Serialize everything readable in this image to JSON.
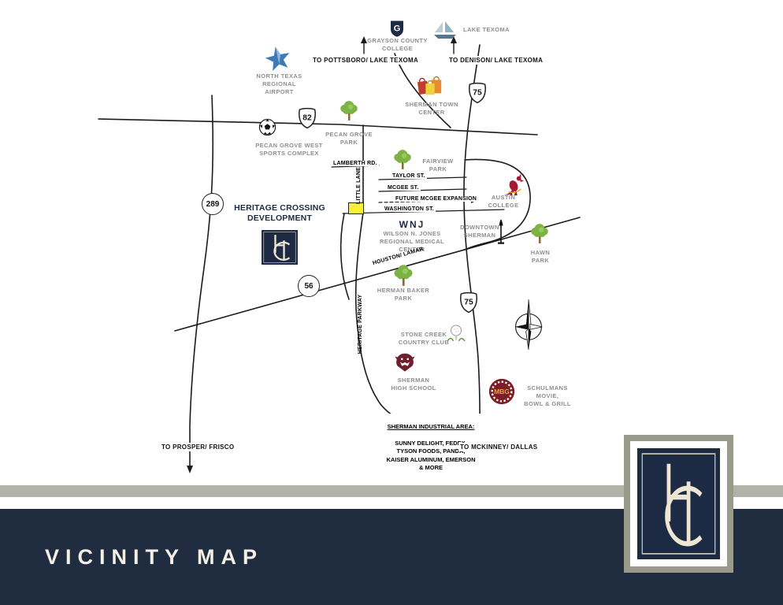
{
  "footer": {
    "title": "VICINITY MAP"
  },
  "map": {
    "places": {
      "lake_texoma": "LAKE TEXOMA",
      "grayson_college": "GRAYSON COUNTY\nCOLLEGE",
      "to_pottsboro": "TO POTTSBORO/ LAKE TEXOMA",
      "to_denison": "TO DENISON/ LAKE TEXOMA",
      "airport": "NORTH TEXAS\nREGIONAL\nAIRPORT",
      "town_center": "SHERMAN TOWN\nCENTER",
      "pecan_sports": "PECAN GROVE WEST\nSPORTS COMPLEX",
      "pecan_park": "PECAN GROVE\nPARK",
      "fairview_park": "FAIRVIEW\nPARK",
      "austin_college": "AUSTIN\nCOLLEGE",
      "heritage_crossing": "HERITAGE CROSSING\nDEVELOPMENT",
      "wnj_abbr": "WNJ",
      "wnj_full": "WILSON N. JONES\nREGIONAL MEDICAL\nCENTER",
      "downtown": "DOWNTOWN\nSHERMAN",
      "hawn_park": "HAWN\nPARK",
      "herman_baker": "HERMAN BAKER\nPARK",
      "stone_creek": "STONE CREEK\nCOUNTRY CLUB",
      "sherman_hs": "SHERMAN\nHIGH SCHOOL",
      "schulmans": "SCHULMANS\nMOVIE,\nBOWL & GRILL",
      "industrial_title": "SHERMAN INDUSTRIAL AREA:",
      "industrial_body": "SUNNY DELIGHT, FEDEX,\nTYSON FOODS, PANDA,\nKAISER ALUMINUM, EMERSON\n& MORE",
      "to_prosper": "TO PROSPER/ FRISCO",
      "to_mckinney": "TO MCKINNEY/ DALLAS"
    },
    "streets": {
      "lamberth": "LAMBERTH RD.",
      "taylor": "TAYLOR ST.",
      "mcgee": "MCGEE ST.",
      "future_mcgee": "FUTURE MCGEE EXPANSION",
      "washington": "WASHINGTON ST.",
      "little_lane": "LITTLE LANE",
      "heritage_pkwy": "HERITAGE PARKWAY",
      "houston_lamar": "HOUSTON/ LAMAR"
    },
    "highways": {
      "h82": "82",
      "h289": "289",
      "h56": "56",
      "h75n": "75",
      "h75s": "75"
    },
    "logos": {
      "mbg": "MBG",
      "grayson_g": "G"
    },
    "colors": {
      "navy": "#1d2a44",
      "cream": "#ece6d2",
      "label_gray": "#8f8f8f",
      "marker_yellow": "#f8ef3d",
      "park_green": "#7cb342",
      "frame_gray": "#9a9a8b",
      "footer_navy": "#202c3f"
    }
  }
}
